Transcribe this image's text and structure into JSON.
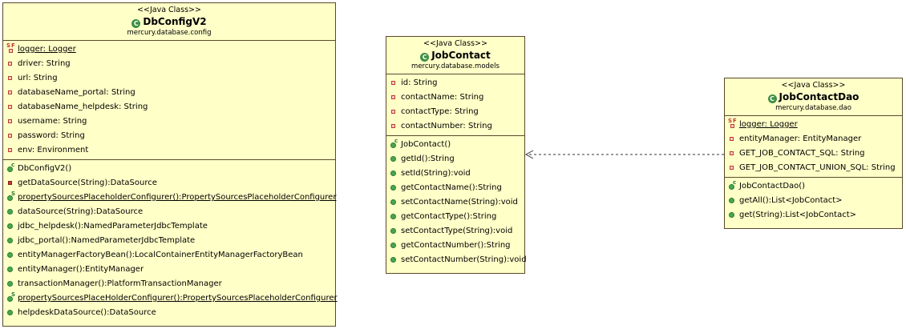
{
  "classes": {
    "dbconfig": {
      "stereotype": "<<Java Class>>",
      "name": "DbConfigV2",
      "package": "mercury.database.config",
      "attributes": [
        "logger: Logger",
        "driver: String",
        "url: String",
        "databaseName_portal: String",
        "databaseName_helpdesk: String",
        "username: String",
        "password: String",
        "env: Environment"
      ],
      "methods": [
        "DbConfigV2()",
        "getDataSource(String):DataSource",
        "propertySourcesPlaceholderConfigurer():PropertySourcesPlaceholderConfigurer",
        "dataSource(String):DataSource",
        "jdbc_helpdesk():NamedParameterJdbcTemplate",
        "jdbc_portal():NamedParameterJdbcTemplate",
        "entityManagerFactoryBean():LocalContainerEntityManagerFactoryBean",
        "entityManager():EntityManager",
        "transactionManager():PlatformTransactionManager",
        "propertySourcesPlaceHolderConfigurer():PropertySourcesPlaceholderConfigurer",
        "helpdeskDataSource():DataSource"
      ]
    },
    "jobcontact": {
      "stereotype": "<<Java Class>>",
      "name": "JobContact",
      "package": "mercury.database.models",
      "attributes": [
        "id: String",
        "contactName: String",
        "contactType: String",
        "contactNumber: String"
      ],
      "methods": [
        "JobContact()",
        "getId():String",
        "setId(String):void",
        "getContactName():String",
        "setContactName(String):void",
        "getContactType():String",
        "setContactType(String):void",
        "getContactNumber():String",
        "setContactNumber(String):void"
      ]
    },
    "jobcontactdao": {
      "stereotype": "<<Java Class>>",
      "name": "JobContactDao",
      "package": "mercury.database.dao",
      "attributes": [
        "logger: Logger",
        "entityManager: EntityManager",
        "GET_JOB_CONTACT_SQL: String",
        "GET_JOB_CONTACT_UNION_SQL: String"
      ],
      "methods": [
        "JobContactDao()",
        "getAll():List<JobContact>",
        "get(String):List<JobContact>"
      ]
    }
  },
  "icons": {
    "class_icon": "C",
    "static_marker": "S",
    "final_marker": "F",
    "constructor_marker": "c"
  },
  "colors": {
    "class_fill": "#ffffc8",
    "class_border": "#5a4a2a",
    "public_method": "#48a84e",
    "private_member": "#c23a3a"
  }
}
